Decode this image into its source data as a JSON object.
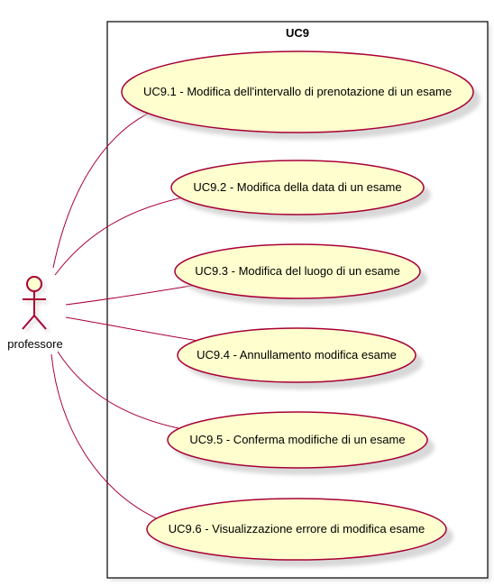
{
  "diagram": {
    "system_title": "UC9",
    "actor_label": "professore",
    "use_cases": [
      "UC9.1 - Modifica dell'intervallo di prenotazione di un esame",
      "UC9.2 - Modifica della data di un esame",
      "UC9.3 - Modifica del luogo di un esame",
      "UC9.4 - Annullamento modifica esame",
      "UC9.5 - Conferma modifiche di un esame",
      "UC9.6 - Visualizzazione errore di modifica esame"
    ]
  },
  "colors": {
    "usecase_fill": "#FEFECE",
    "border": "#A80036",
    "actor_stroke": "#A80036",
    "system_border": "#000000",
    "shadow": "#C8C8C8"
  }
}
